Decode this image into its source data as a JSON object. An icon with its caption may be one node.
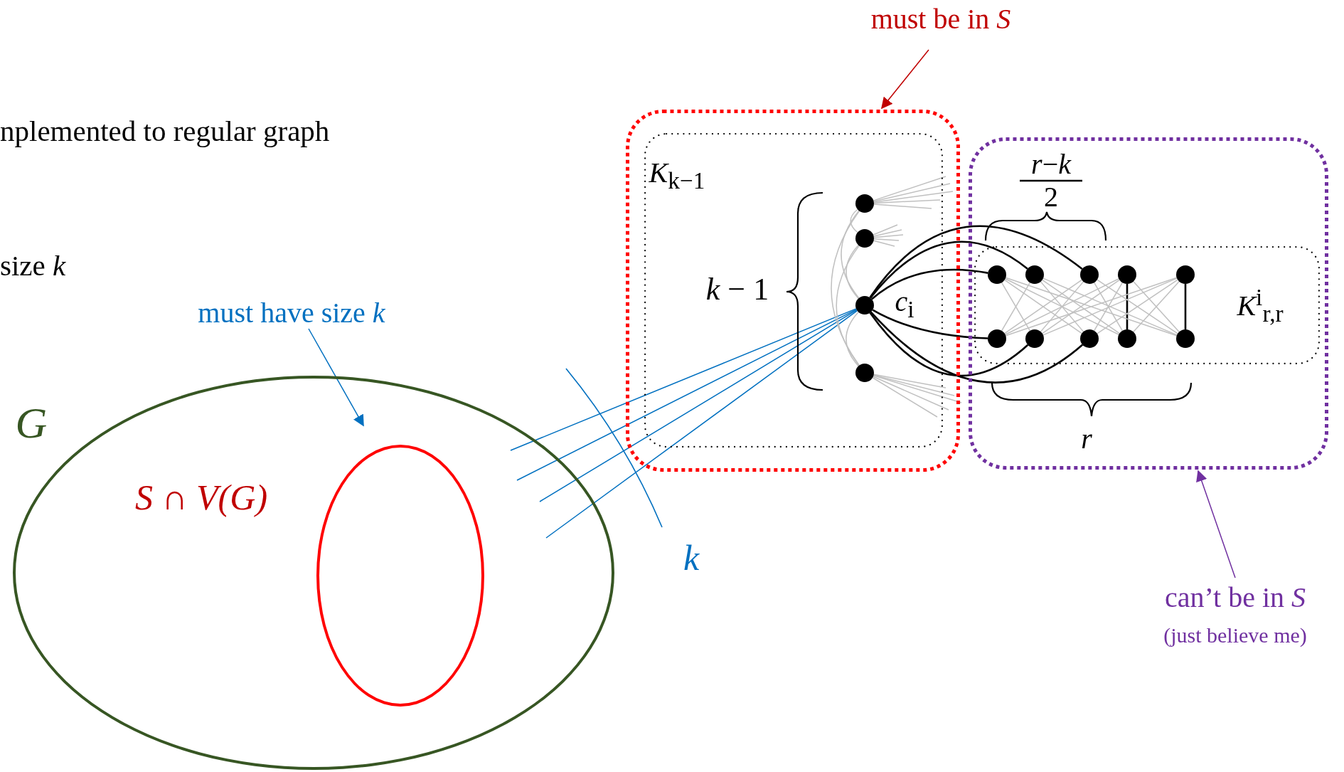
{
  "diagram": {
    "nodes": [
      {
        "text": [
          "must be in *S*"
        ]
      },
      {
        "text": [],
        "shape": "box"
      },
      {
        "text": [
          "*K*$_{k−1}$"
        ],
        "in": 1
      },
      {
        "text": [],
        "shape": "circle",
        "in": 2
      },
      {
        "text": [],
        "shape": "circle",
        "in": 2
      },
      {
        "text": [],
        "shape": "circle",
        "in": 2,
        "beside": [
          "*c*$_{i}$"
        ]
      },
      {
        "text": [],
        "shape": "circle",
        "in": 2
      },
      {
        "text": [],
        "shape": "box"
      },
      {
        "text": [
          "*K*$^{i}$$_{r,r}$"
        ],
        "in": 7
      },
      {
        "text": [],
        "shape": "circle",
        "in": 8
      },
      {
        "text": [],
        "shape": "circle",
        "in": 8
      },
      {
        "text": [],
        "shape": "circle",
        "in": 8
      },
      {
        "text": [],
        "shape": "circle",
        "in": 8
      },
      {
        "text": [],
        "shape": "circle",
        "in": 8
      },
      {
        "text": [],
        "shape": "circle",
        "in": 8
      },
      {
        "text": [],
        "shape": "circle",
        "in": 8
      },
      {
        "text": [],
        "shape": "circle",
        "in": 8
      },
      {
        "text": [],
        "shape": "circle",
        "in": 8
      },
      {
        "text": [],
        "shape": "circle",
        "in": 8
      },
      {
        "text": [
          "can’t be in *S*",
          "(just believe me)"
        ]
      },
      {
        "text": [
          "G"
        ]
      },
      {
        "text": [],
        "shape": "ellipse",
        "in": 20,
        "beside": [
          "S ∩ V(G)"
        ]
      },
      {
        "text": [
          "must have size *k*"
        ]
      }
    ],
    "edges": [
      {
        "from": 0,
        "to": 1,
        "arrow": "to",
        "color": "#c00000"
      },
      {
        "from": 19,
        "to": 7,
        "arrow": "to",
        "color": "#7030a0"
      },
      {
        "from": 22,
        "to": 21,
        "arrow": "to",
        "color": "#0070c0"
      },
      {
        "from": 5,
        "to": 9,
        "arrow": "none",
        "color": "#000000"
      },
      {
        "from": 5,
        "to": 10,
        "arrow": "none",
        "color": "#000000"
      },
      {
        "from": 5,
        "to": 11,
        "arrow": "none",
        "color": "#000000"
      },
      {
        "from": 5,
        "to": 14,
        "arrow": "none",
        "color": "#000000"
      },
      {
        "from": 5,
        "to": 15,
        "arrow": "none",
        "color": "#000000"
      },
      {
        "from": 5,
        "to": 16,
        "arrow": "none",
        "color": "#000000"
      },
      {
        "from": 12,
        "to": 17,
        "arrow": "none",
        "color": "#000000"
      },
      {
        "from": 13,
        "to": 18,
        "arrow": "none",
        "color": "#000000"
      },
      {
        "from": 5,
        "to": null,
        "arrow": "none",
        "color": "#0070c0"
      },
      {
        "from": 5,
        "to": null,
        "arrow": "none",
        "color": "#0070c0"
      },
      {
        "from": 5,
        "to": null,
        "arrow": "none",
        "color": "#0070c0"
      },
      {
        "from": 5,
        "to": null,
        "arrow": "none",
        "color": "#0070c0"
      },
      {
        "from": 3,
        "to": 4,
        "arrow": "none"
      },
      {
        "from": 3,
        "to": 5,
        "arrow": "none"
      },
      {
        "from": 3,
        "to": 6,
        "arrow": "none"
      },
      {
        "from": 4,
        "to": 5,
        "arrow": "none"
      },
      {
        "from": 4,
        "to": 6,
        "arrow": "none"
      },
      {
        "from": 5,
        "to": 6,
        "arrow": "none"
      },
      {
        "from": 9,
        "to": 15,
        "arrow": "none"
      },
      {
        "from": 9,
        "to": 16,
        "arrow": "none"
      },
      {
        "from": 9,
        "to": 17,
        "arrow": "none"
      },
      {
        "from": 9,
        "to": 18,
        "arrow": "none"
      },
      {
        "from": 10,
        "to": 14,
        "arrow": "none"
      },
      {
        "from": 10,
        "to": 16,
        "arrow": "none"
      },
      {
        "from": 10,
        "to": 17,
        "arrow": "none"
      },
      {
        "from": 10,
        "to": 18,
        "arrow": "none"
      },
      {
        "from": 11,
        "to": 14,
        "arrow": "none"
      },
      {
        "from": 11,
        "to": 15,
        "arrow": "none"
      },
      {
        "from": 11,
        "to": 17,
        "arrow": "none"
      },
      {
        "from": 11,
        "to": 18,
        "arrow": "none"
      },
      {
        "from": 12,
        "to": 14,
        "arrow": "none"
      },
      {
        "from": 12,
        "to": 15,
        "arrow": "none"
      },
      {
        "from": 12,
        "to": 16,
        "arrow": "none"
      },
      {
        "from": 12,
        "to": 18,
        "arrow": "none"
      },
      {
        "from": 13,
        "to": 14,
        "arrow": "none"
      },
      {
        "from": 13,
        "to": 15,
        "arrow": "none"
      },
      {
        "from": 13,
        "to": 16,
        "arrow": "none"
      },
      {
        "from": 13,
        "to": 17,
        "arrow": "none"
      },
      {
        "from": 3,
        "to": null,
        "arrow": "none"
      },
      {
        "from": 3,
        "to": null,
        "arrow": "none"
      },
      {
        "from": 3,
        "to": null,
        "arrow": "none"
      },
      {
        "from": 3,
        "to": null,
        "arrow": "none"
      },
      {
        "from": 3,
        "to": null,
        "arrow": "none"
      },
      {
        "from": 4,
        "to": null,
        "arrow": "none"
      },
      {
        "from": 4,
        "to": null,
        "arrow": "none"
      },
      {
        "from": 4,
        "to": null,
        "arrow": "none"
      },
      {
        "from": 4,
        "to": null,
        "arrow": "none"
      },
      {
        "from": 4,
        "to": null,
        "arrow": "none"
      },
      {
        "from": 6,
        "to": null,
        "arrow": "none"
      },
      {
        "from": 6,
        "to": null,
        "arrow": "none"
      },
      {
        "from": 6,
        "to": null,
        "arrow": "none"
      },
      {
        "from": 6,
        "to": null,
        "arrow": "none"
      },
      {
        "from": 6,
        "to": null,
        "arrow": "none"
      }
    ],
    "labels": [
      "nplemented to regular graph",
      "size *k*",
      "*k* − 1",
      "*r*−*k*",
      "2",
      "*r*",
      "*k*"
    ]
  }
}
